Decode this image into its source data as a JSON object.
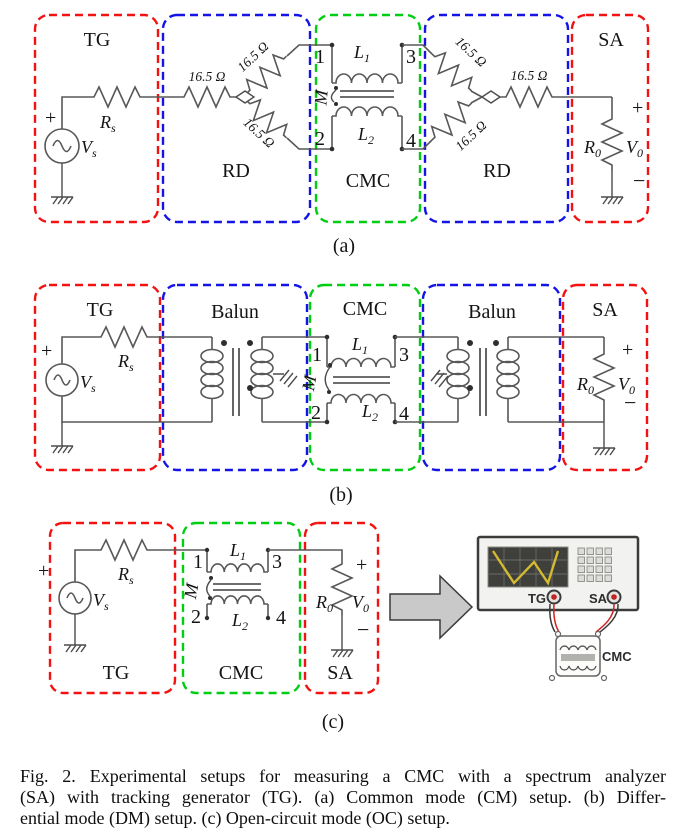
{
  "colors": {
    "box_red": "#f21212",
    "box_blue": "#1414e6",
    "box_green": "#00ce12",
    "wire": "#585858",
    "arrow_fill": "#c9c9c9",
    "screen_bg": "#3f3f3b",
    "trace_yellow": "#d3ba30",
    "port_center_red": "#c32222"
  },
  "panel_a": {
    "tag": "(a)",
    "block_tg": "TG",
    "block_rd_left": "RD",
    "block_cmc": "CMC",
    "block_rd_right": "RD",
    "block_sa": "SA",
    "r_value": "16.5 Ω",
    "rs_base": "R",
    "rs_sub": "s",
    "vs_base": "V",
    "vs_sub": "s",
    "l1_base": "L",
    "l1_sub": "1",
    "l2_base": "L",
    "l2_sub": "2",
    "r0_base": "R",
    "r0_sub": "0",
    "v0_base": "V",
    "v0_sub": "0",
    "m": "M",
    "t1": "1",
    "t2": "2",
    "t3": "3",
    "t4": "4",
    "plus": "+",
    "minus": "−"
  },
  "panel_b": {
    "tag": "(b)",
    "block_tg": "TG",
    "block_balun_left": "Balun",
    "block_cmc": "CMC",
    "block_balun_right": "Balun",
    "block_sa": "SA",
    "rs_base": "R",
    "rs_sub": "s",
    "vs_base": "V",
    "vs_sub": "s",
    "l1_base": "L",
    "l1_sub": "1",
    "l2_base": "L",
    "l2_sub": "2",
    "r0_base": "R",
    "r0_sub": "0",
    "v0_base": "V",
    "v0_sub": "0",
    "m": "M",
    "t1": "1",
    "t2": "2",
    "t3": "3",
    "t4": "4",
    "plus": "+",
    "minus": "−"
  },
  "panel_c": {
    "tag": "(c)",
    "block_tg": "TG",
    "block_cmc": "CMC",
    "block_sa": "SA",
    "rs_base": "R",
    "rs_sub": "s",
    "vs_base": "V",
    "vs_sub": "s",
    "l1_base": "L",
    "l1_sub": "1",
    "l2_base": "L",
    "l2_sub": "2",
    "r0_base": "R",
    "r0_sub": "0",
    "v0_base": "V",
    "v0_sub": "0",
    "m": "M",
    "t1": "1",
    "t2": "2",
    "t3": "3",
    "t4": "4",
    "plus": "+",
    "minus": "−",
    "instrument_tg": "TG",
    "instrument_sa": "SA",
    "instrument_cmc": "CMC"
  },
  "caption": {
    "fig_label": "Fig. 2.",
    "line1": "Experimental setups for measuring a CMC with a spectrum analyzer",
    "line2": "(SA) with tracking generator (TG). (a) Common mode (CM) setup. (b) Differ-",
    "line3": "ential mode (DM) setup. (c) Open-circuit mode (OC) setup."
  }
}
